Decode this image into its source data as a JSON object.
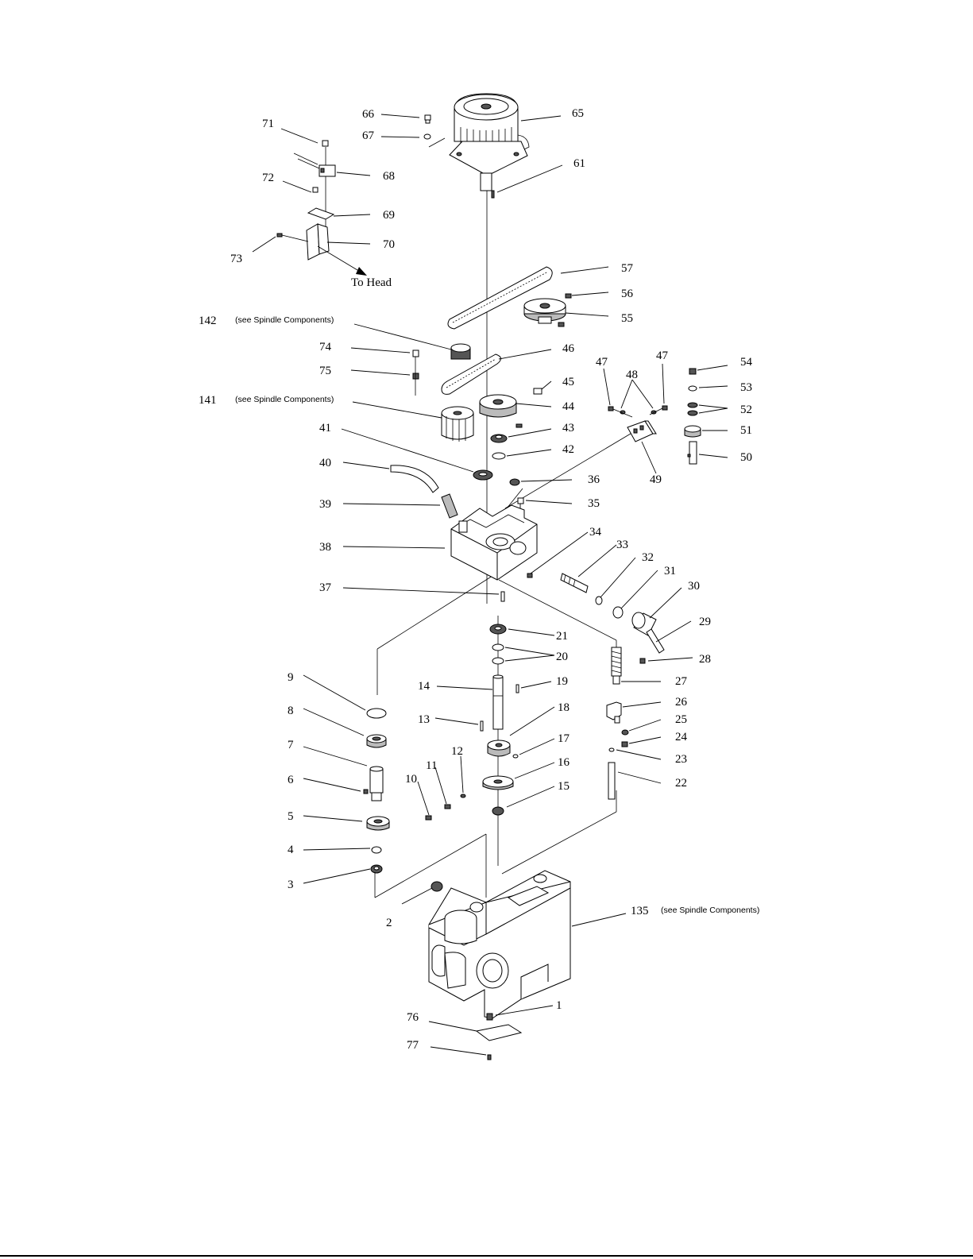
{
  "labels": {
    "l1": "1",
    "l2": "2",
    "l3": "3",
    "l4": "4",
    "l5": "5",
    "l6": "6",
    "l7": "7",
    "l8": "8",
    "l9": "9",
    "l10": "10",
    "l11": "11",
    "l12": "12",
    "l13": "13",
    "l14": "14",
    "l15": "15",
    "l16": "16",
    "l17": "17",
    "l18": "18",
    "l19": "19",
    "l20": "20",
    "l21": "21",
    "l22": "22",
    "l23": "23",
    "l24": "24",
    "l25": "25",
    "l26": "26",
    "l27": "27",
    "l28": "28",
    "l29": "29",
    "l30": "30",
    "l31": "31",
    "l32": "32",
    "l33": "33",
    "l34": "34",
    "l35": "35",
    "l36": "36",
    "l37": "37",
    "l38": "38",
    "l39": "39",
    "l40": "40",
    "l41": "41",
    "l42": "42",
    "l43": "43",
    "l44": "44",
    "l45": "45",
    "l46": "46",
    "l47a": "47",
    "l47b": "47",
    "l48": "48",
    "l49": "49",
    "l50": "50",
    "l51": "51",
    "l52": "52",
    "l53": "53",
    "l54": "54",
    "l55": "55",
    "l56": "56",
    "l57": "57",
    "l61": "61",
    "l65": "65",
    "l66": "66",
    "l67": "67",
    "l68": "68",
    "l69": "69",
    "l70": "70",
    "l71": "71",
    "l72": "72",
    "l73": "73",
    "l74": "74",
    "l75": "75",
    "l76": "76",
    "l77": "77",
    "l135": "135",
    "l141": "141",
    "l142": "142"
  },
  "notes": {
    "to_head": "To Head",
    "see_spindle": "(see Spindle Components)"
  }
}
